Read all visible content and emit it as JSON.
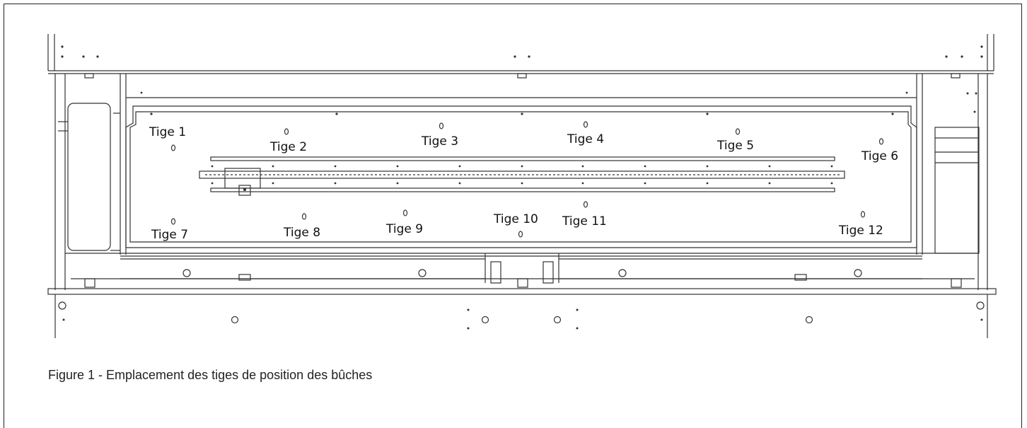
{
  "figure": {
    "caption": "Figure 1 - Emplacement des tiges de position des bûches",
    "rods": [
      {
        "label": "Tige 1"
      },
      {
        "label": "Tige 2"
      },
      {
        "label": "Tige 3"
      },
      {
        "label": "Tige 4"
      },
      {
        "label": "Tige 5"
      },
      {
        "label": "Tige 6"
      },
      {
        "label": "Tige 7"
      },
      {
        "label": "Tige 8"
      },
      {
        "label": "Tige 9"
      },
      {
        "label": "Tige 10"
      },
      {
        "label": "Tige 11"
      },
      {
        "label": "Tige 12"
      }
    ]
  },
  "colors": {
    "line": "#333333",
    "background": "#ffffff"
  }
}
